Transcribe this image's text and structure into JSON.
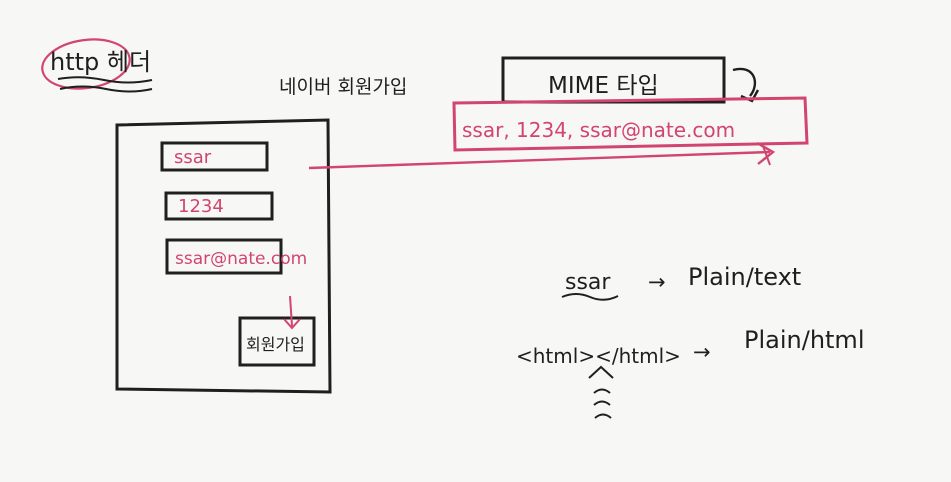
{
  "title": {
    "text": "http 헤더"
  },
  "form_title": "네이버 회원가입",
  "form_fields": [
    {
      "value": "ssar"
    },
    {
      "value": "1234"
    },
    {
      "value": "ssar@nate.com"
    }
  ],
  "submit_label": "회원가입",
  "mime_box": {
    "label": "MIME 타입",
    "payload": "ssar, 1234, ssar@nate.com"
  },
  "examples": [
    {
      "input": "ssar",
      "arrow": "→",
      "result": "Plain/text"
    },
    {
      "input": "<html></html>",
      "arrow": "→",
      "result": "Plain/html"
    }
  ],
  "colors": {
    "ink": "#1f1f1f",
    "accent": "#d2456e",
    "board": "#f7f7f6"
  }
}
